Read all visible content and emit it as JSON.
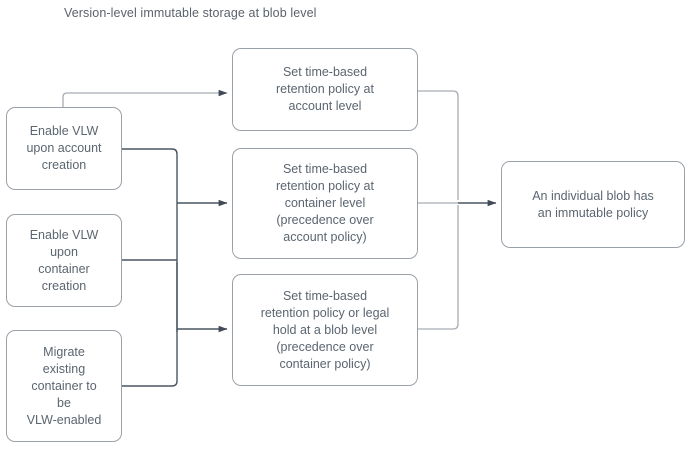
{
  "diagram": {
    "title": "Version-level immutable storage at blob level",
    "colors": {
      "node_border": "#9ba1a9",
      "node_text": "#5b6570",
      "title_text": "#5b626b",
      "edge_dark": "#4a5560",
      "edge_light": "#a7acb2",
      "background": "#ffffff"
    },
    "nodes": {
      "enable_vlw_account": "Enable VLW\nupon account\ncreation",
      "enable_vlw_container": "Enable VLW\nupon\ncontainer\ncreation",
      "migrate_container": "Migrate\nexisting\ncontainer to\nbe\nVLW-enabled",
      "retention_account": "Set time-based\nretention policy at\naccount level",
      "retention_container": "Set time-based\nretention policy at\ncontainer level\n(precedence over\naccount policy)",
      "retention_blob": "Set time-based\nretention policy or legal\nhold at a blob level\n(precedence over\ncontainer policy)",
      "immutable_policy": "An individual blob has\nan immutable policy"
    },
    "edges": [
      {
        "from": "enable_vlw_account",
        "to": "retention_account",
        "style": "light"
      },
      {
        "from": "enable_vlw_account",
        "to": "retention_container",
        "style": "dark"
      },
      {
        "from": "enable_vlw_container",
        "to": "retention_container",
        "style": "dark"
      },
      {
        "from": "enable_vlw_container",
        "to": "retention_blob",
        "style": "dark"
      },
      {
        "from": "migrate_container",
        "to": "retention_blob",
        "style": "dark"
      },
      {
        "from": "retention_account",
        "to": "immutable_policy",
        "style": "light"
      },
      {
        "from": "retention_container",
        "to": "immutable_policy",
        "style": "light"
      },
      {
        "from": "retention_blob",
        "to": "immutable_policy",
        "style": "light"
      }
    ]
  }
}
